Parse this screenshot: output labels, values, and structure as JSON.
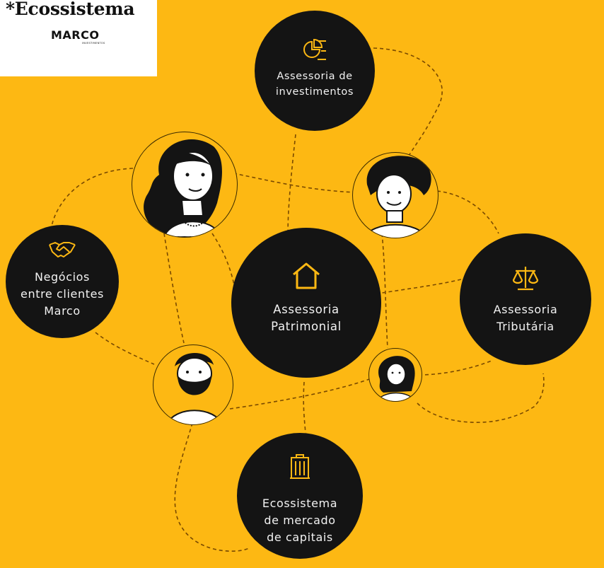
{
  "logo": {
    "title": "*Ecossistema",
    "brand": "MARCO",
    "subtitle": "INVESTIMENTOS"
  },
  "colors": {
    "background": "#FDB813",
    "node": "#141414",
    "accent": "#FDB813",
    "text": "#ffffff"
  },
  "nodes": {
    "investimentos": {
      "label": "Assessoria de\ninvestimentos",
      "icon": "pie-chart-icon"
    },
    "negocios": {
      "label": "Negócios\nentre clientes\nMarco",
      "icon": "handshake-icon"
    },
    "patrimonial": {
      "label": "Assessoria\nPatrimonial",
      "icon": "house-icon"
    },
    "tributaria": {
      "label": "Assessoria\nTributária",
      "icon": "scales-icon"
    },
    "mercado": {
      "label": "Ecossistema\nde mercado\nde capitais",
      "icon": "building-icon"
    }
  },
  "people": [
    {
      "name": "woman-long-hair-avatar"
    },
    {
      "name": "man-curly-hair-avatar"
    },
    {
      "name": "bearded-man-avatar"
    },
    {
      "name": "woman-wavy-hair-avatar"
    }
  ]
}
